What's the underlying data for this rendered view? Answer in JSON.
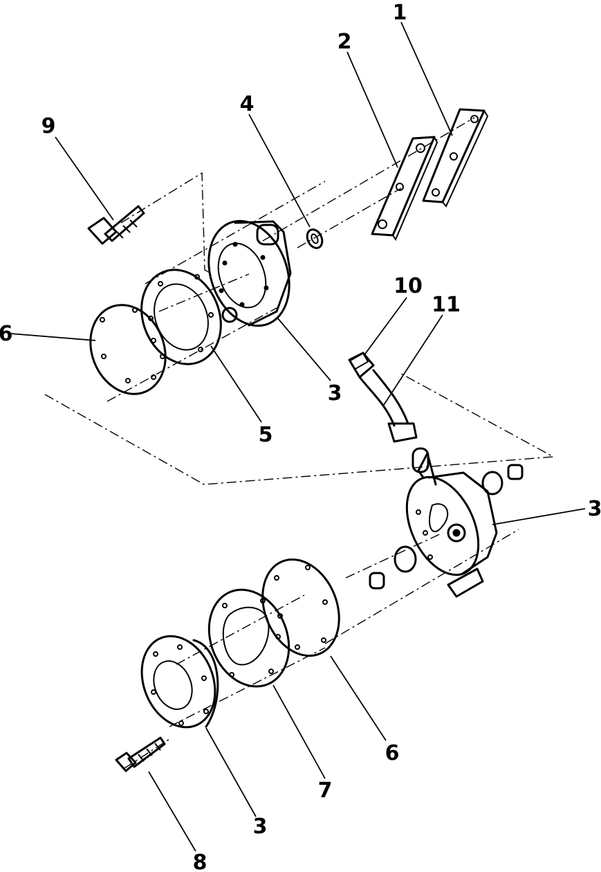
{
  "callouts": [
    {
      "label": "1"
    },
    {
      "label": "2"
    },
    {
      "label": "4"
    },
    {
      "label": "9"
    },
    {
      "label": "10"
    },
    {
      "label": "11"
    },
    {
      "label": "6"
    },
    {
      "label": "3"
    },
    {
      "label": "5"
    },
    {
      "label": "3"
    },
    {
      "label": "6"
    },
    {
      "label": "7"
    },
    {
      "label": "3"
    },
    {
      "label": "8"
    }
  ]
}
